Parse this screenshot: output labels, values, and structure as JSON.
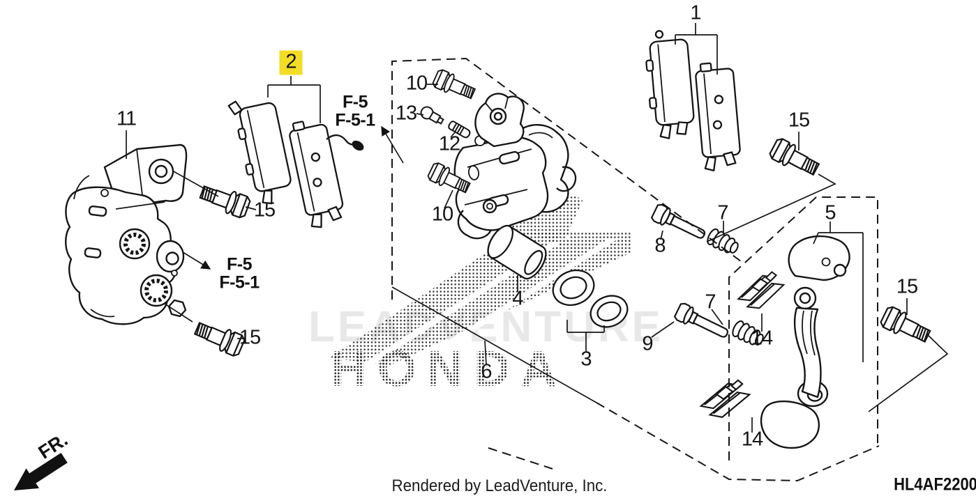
{
  "diagram": {
    "code": "HL4AF2200",
    "credit": "Rendered by LeadVenture, Inc.",
    "direction_label": "FR.",
    "highlight_color": "#f3dd25",
    "watermark": {
      "vendor": "LEADVENTURE",
      "brand": "HONDA"
    }
  },
  "references": {
    "upper": {
      "line1": "F-5",
      "line2": "F-5-1"
    },
    "lower": {
      "line1": "F-5",
      "line2": "F-5-1"
    }
  },
  "callouts": [
    {
      "label": "1"
    },
    {
      "label": "2",
      "highlighted": true
    },
    {
      "label": "3"
    },
    {
      "label": "4"
    },
    {
      "label": "5"
    },
    {
      "label": "6"
    },
    {
      "label": "7"
    },
    {
      "label": "7"
    },
    {
      "label": "8"
    },
    {
      "label": "9"
    },
    {
      "label": "10"
    },
    {
      "label": "10"
    },
    {
      "label": "11"
    },
    {
      "label": "12"
    },
    {
      "label": "13"
    },
    {
      "label": "14"
    },
    {
      "label": "14"
    },
    {
      "label": "15"
    },
    {
      "label": "15"
    },
    {
      "label": "15"
    },
    {
      "label": "15"
    }
  ]
}
